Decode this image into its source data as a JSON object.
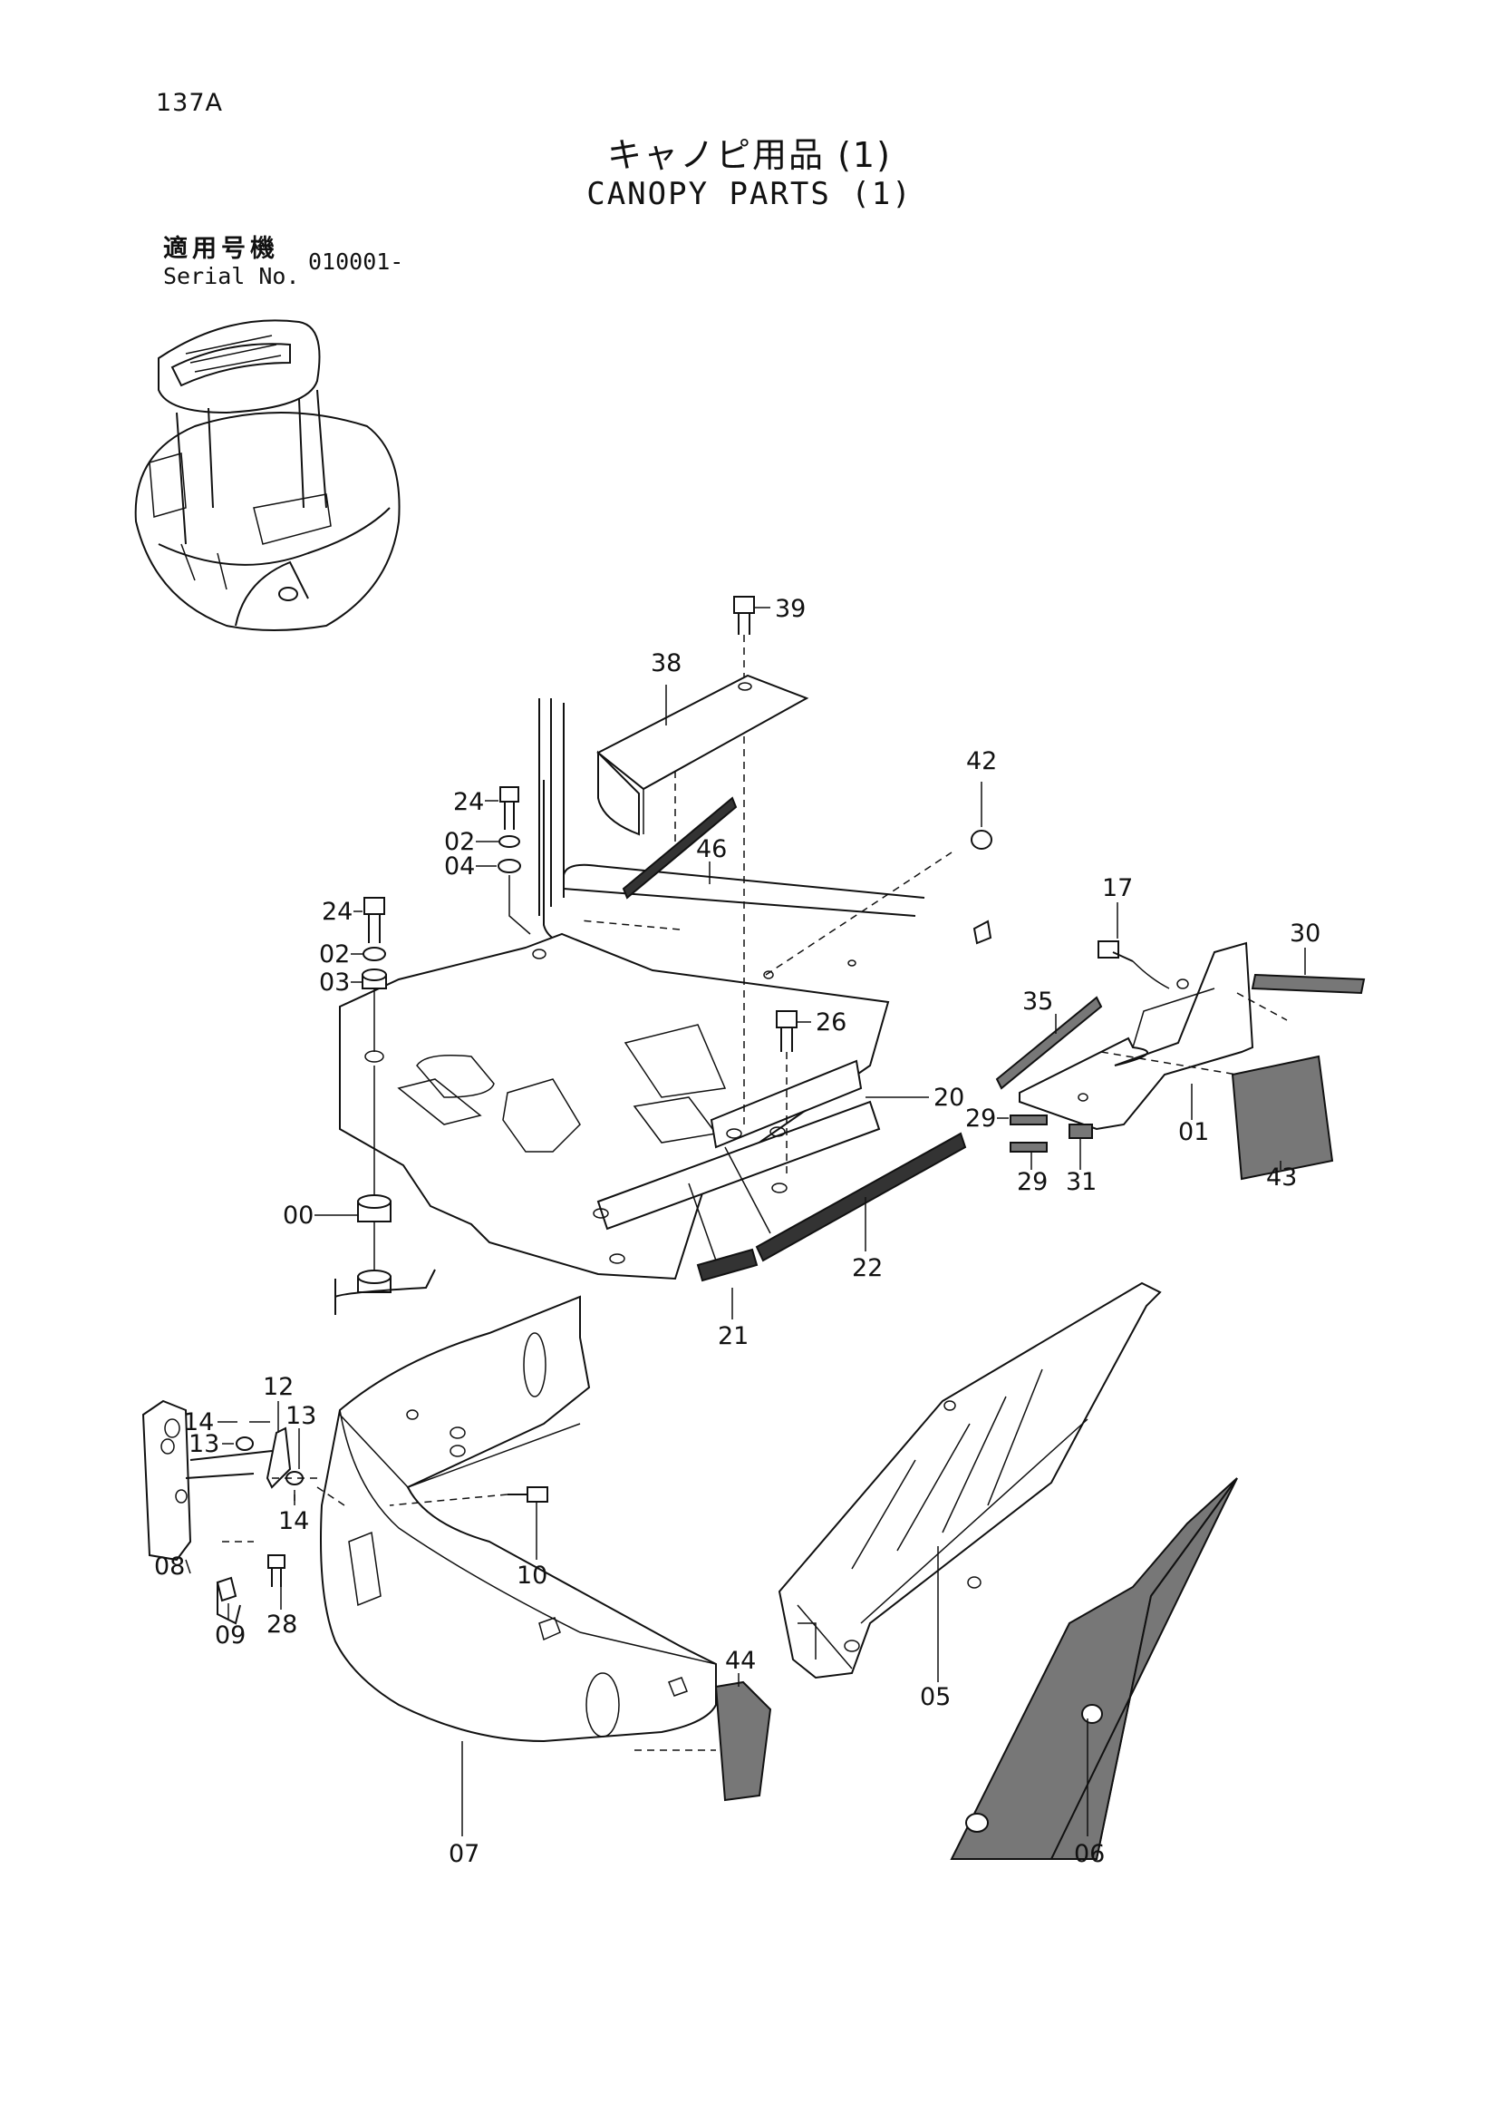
{
  "header": {
    "page_number": "137A",
    "title_jp": "キャノピ用品 (1)",
    "title_en": "CANOPY PARTS (1)",
    "serial_label_jp": "適用号機",
    "serial_label_en": "Serial No.",
    "serial_value": "010001-"
  },
  "callouts": {
    "c39": "39",
    "c38": "38",
    "c42": "42",
    "c24a": "24",
    "c02a": "02",
    "c04": "04",
    "c46": "46",
    "c24b": "24",
    "c02b": "02",
    "c03": "03",
    "c17": "17",
    "c30": "30",
    "c35": "35",
    "c26": "26",
    "c20": "20",
    "c29a": "29",
    "c01": "01",
    "c29b": "29",
    "c31": "31",
    "c43": "43",
    "c00": "00",
    "c22": "22",
    "c21": "21",
    "c12": "12",
    "c14a": "14",
    "c13a": "13",
    "c13b": "13",
    "c14b": "14",
    "c08": "08",
    "c09": "09",
    "c28": "28",
    "c10": "10",
    "c44": "44",
    "c05": "05",
    "c07": "07",
    "c06": "06"
  }
}
